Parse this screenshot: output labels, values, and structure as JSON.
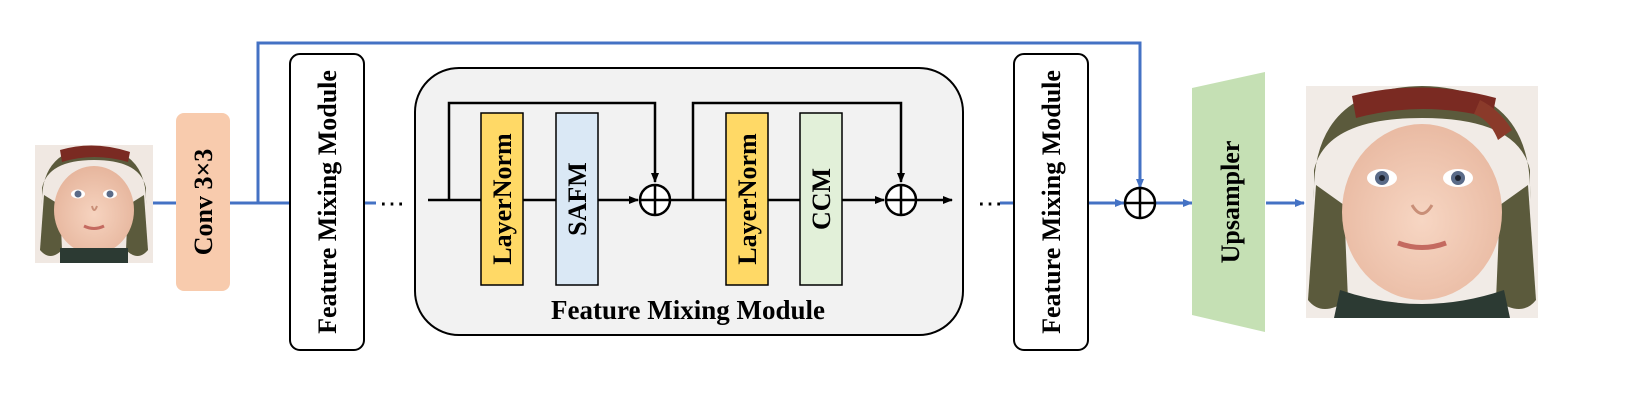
{
  "input_image": {
    "label": ""
  },
  "conv": {
    "label": "Conv 3×3"
  },
  "fmm_outer_left": {
    "label": "Feature Mixing Module"
  },
  "ellipsis": "⋯",
  "fmm_detail": {
    "title": "Feature Mixing Module",
    "block1": {
      "norm_label": "LayerNorm",
      "op_label": "SAFM"
    },
    "block2": {
      "norm_label": "LayerNorm",
      "op_label": "CCM"
    }
  },
  "fmm_outer_right": {
    "label": "Feature Mixing Module"
  },
  "upsampler": {
    "label": "Upsampler"
  },
  "colors": {
    "blue_arrow": "#4472c4",
    "black_arrow": "#000000",
    "conv_fill": "#f8cbad",
    "layernorm_fill": "#ffd966",
    "safm_fill": "#dae8f5",
    "ccm_fill": "#e2f0d9",
    "upsampler_fill": "#c5e0b4",
    "module_panel_fill": "#f2f2f2"
  },
  "icons": [
    "face-icon-input",
    "face-icon-output",
    "add-icon"
  ]
}
